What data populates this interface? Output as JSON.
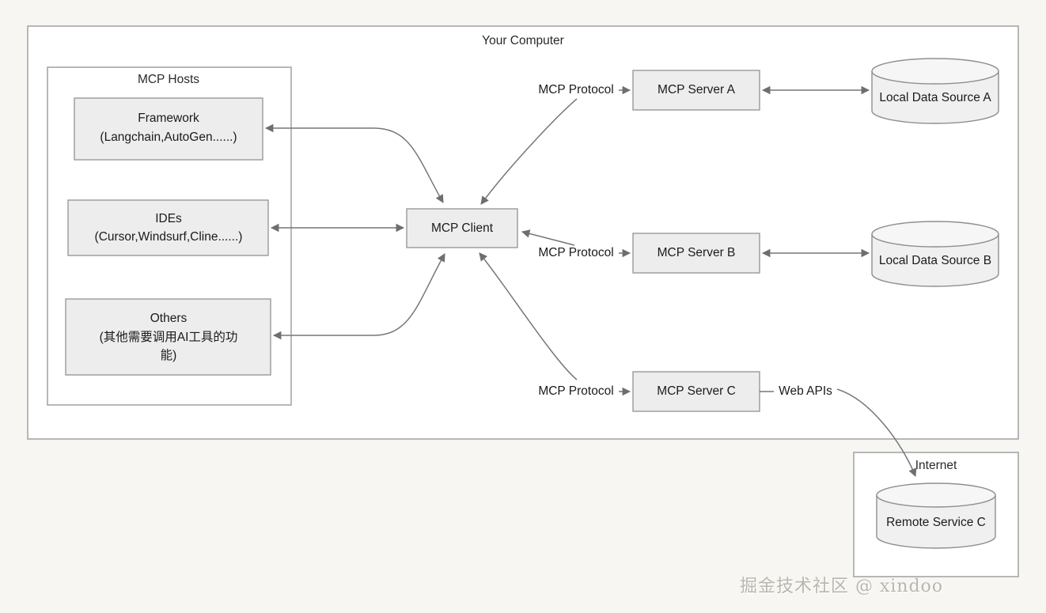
{
  "page": {
    "background_color": "#f7f6f2",
    "watermark": "掘金技术社区 @ xindoo"
  },
  "colors": {
    "node_fill": "#ededed",
    "node_stroke": "#9a9a9a",
    "container_fill": "#ffffff",
    "container_stroke": "#a6a6a6",
    "edge_stroke": "#77777a",
    "cylinder_fill": "#f0f0f0",
    "text": "#1b1b1b"
  },
  "containers": {
    "your_computer": {
      "title": "Your Computer"
    },
    "mcp_hosts": {
      "title": "MCP Hosts"
    },
    "internet": {
      "title": "Internet"
    }
  },
  "hosts": [
    {
      "id": "framework",
      "line1": "Framework",
      "line2": "(Langchain,AutoGen......)"
    },
    {
      "id": "ides",
      "line1": "IDEs",
      "line2": "(Cursor,Windsurf,Cline......)"
    },
    {
      "id": "others",
      "line1": "Others",
      "line2": "(其他需要调用AI工具的功",
      "line3": "能)"
    }
  ],
  "client": {
    "label": "MCP Client"
  },
  "servers": [
    {
      "id": "server-a",
      "label": "MCP Server A",
      "protocol_label": "MCP Protocol"
    },
    {
      "id": "server-b",
      "label": "MCP Server B",
      "protocol_label": "MCP Protocol"
    },
    {
      "id": "server-c",
      "label": "MCP Server C",
      "protocol_label": "MCP Protocol"
    }
  ],
  "data_sources": [
    {
      "id": "local-a",
      "label": "Local Data Source A"
    },
    {
      "id": "local-b",
      "label": "Local Data Source B"
    },
    {
      "id": "remote-c",
      "label": "Remote Service C"
    }
  ],
  "edge_labels": {
    "web_apis": "Web APIs"
  }
}
